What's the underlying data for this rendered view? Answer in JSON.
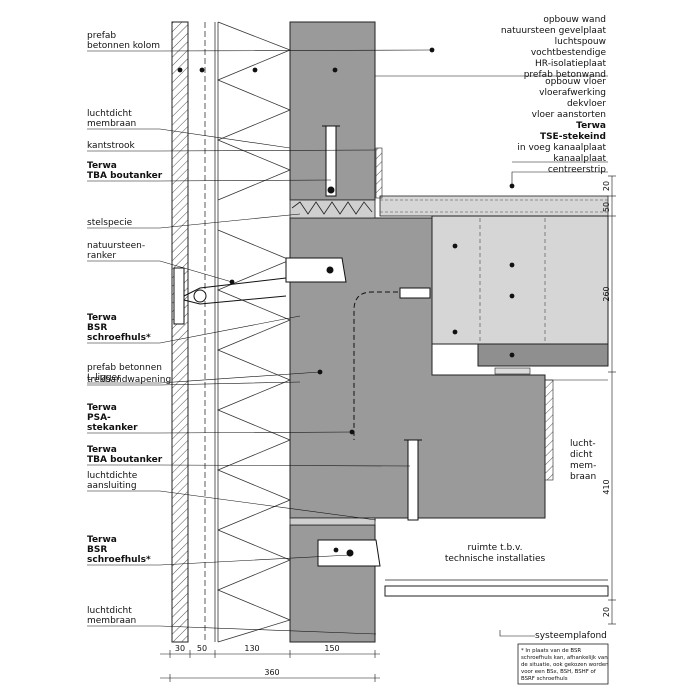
{
  "left_labels": [
    {
      "lines": [
        "prefab",
        "betonnen kolom"
      ],
      "bold": false
    },
    {
      "lines": [
        "luchtdicht",
        "membraan"
      ],
      "bold": false
    },
    {
      "lines": [
        "kantstrook"
      ],
      "bold": false
    },
    {
      "lines": [
        "Terwa",
        "TBA boutanker"
      ],
      "bold": true
    },
    {
      "lines": [
        "stelspecie"
      ],
      "bold": false
    },
    {
      "lines": [
        "natuursteen-",
        "ranker"
      ],
      "bold": false
    },
    {
      "lines": [
        "Terwa",
        "BSR",
        "schroefhuls*"
      ],
      "bold": true
    },
    {
      "lines": [
        "prefab betonnen",
        "L-ligger"
      ],
      "bold": false
    },
    {
      "lines": [
        "trekbandwapening"
      ],
      "bold": false
    },
    {
      "lines": [
        "Terwa",
        "PSA-",
        "stekanker"
      ],
      "bold": true
    },
    {
      "lines": [
        "Terwa",
        "TBA boutanker"
      ],
      "bold": true
    },
    {
      "lines": [
        "luchtdichte",
        "aansluiting"
      ],
      "bold": false
    },
    {
      "lines": [
        "Terwa",
        "BSR",
        "schroefhuls*"
      ],
      "bold": true
    },
    {
      "lines": [
        "luchtdicht",
        "membraan"
      ],
      "bold": false
    }
  ],
  "wall_build_up": [
    "opbouw wand",
    "natuursteen gevelplaat",
    "luchtspouw",
    "vochtbestendige",
    "HR-isolatieplaat",
    "prefab betonwand"
  ],
  "floor_build_up": [
    "opbouw vloer",
    "vloerafwerking",
    "dekvloer",
    "vloer aanstorten",
    "Terwa",
    "TSE-stekeind",
    "in voeg kanaalplaat",
    "kanaalplaat",
    "centreerstrip"
  ],
  "floor_bold_lines": [
    "Terwa",
    "TSE-stekeind"
  ],
  "right_labels": {
    "membrane": [
      "lucht-",
      "dicht",
      "mem-",
      "braan"
    ],
    "installations": [
      "ruimte t.b.v.",
      "technische installaties"
    ],
    "ceiling": "systeemplafond"
  },
  "dimensions_bottom": [
    "30",
    "50",
    "130",
    "150"
  ],
  "dimension_total": "360",
  "dimensions_right": [
    "20",
    "50",
    "260",
    "410",
    "20"
  ],
  "footnote": [
    "* In plaats van de BSR",
    "schroefhuls kan, afhankelijk van",
    "de situatie, ook gekozen worden",
    "voor een BSx, BSH, BSHF of",
    "BSRF schroefhuls"
  ]
}
